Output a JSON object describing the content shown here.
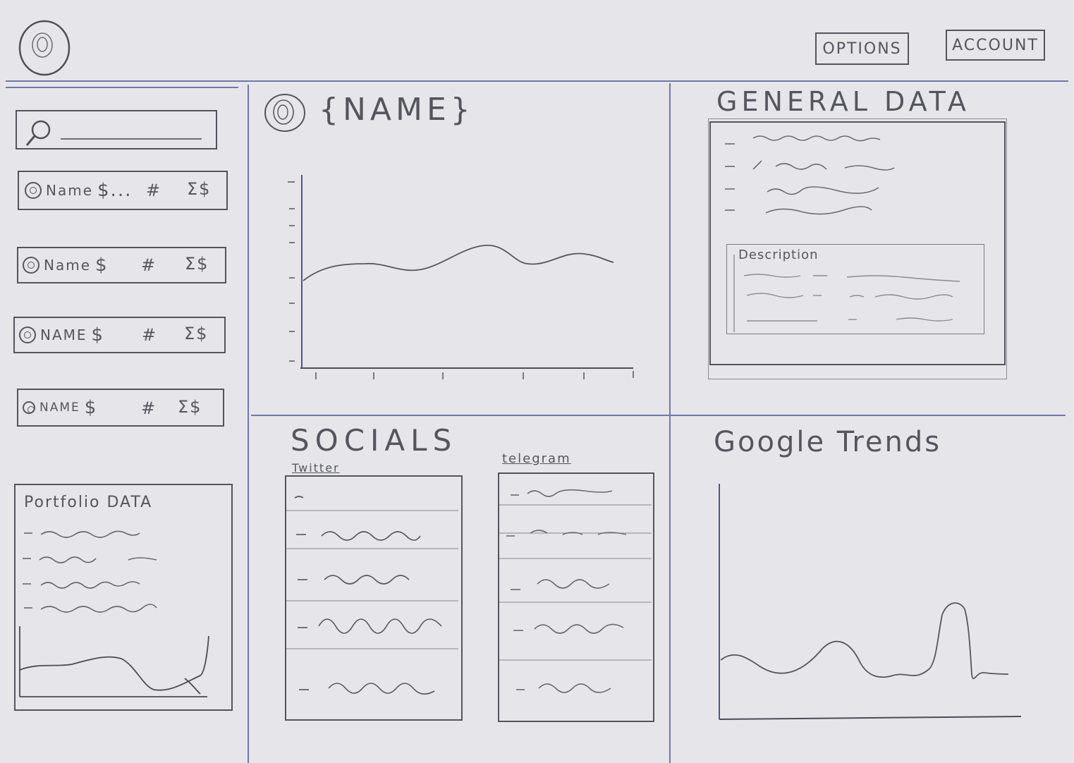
{
  "header": {
    "options_label": "OPTIONS",
    "account_label": "ACCOUNT"
  },
  "sidebar": {
    "search_placeholder": "",
    "items": [
      {
        "name": "Name",
        "price": "$...",
        "hash": "#",
        "sum": "Σ$"
      },
      {
        "name": "Name",
        "price": "$",
        "hash": "#",
        "sum": "Σ$"
      },
      {
        "name": "NAME",
        "price": "$",
        "hash": "#",
        "sum": "Σ$"
      },
      {
        "name": "NAME",
        "price": "$",
        "hash": "#",
        "sum": "Σ$"
      }
    ],
    "portfolio_title": "Portfolio DATA"
  },
  "main": {
    "coin_name": "{NAME}",
    "general_title": "GENERAL DATA",
    "description_title": "Description",
    "socials_title": "SOCIALS",
    "twitter_label": "Twitter",
    "telegram_label": "telegram",
    "trends_title": "Google Trends"
  },
  "colors": {
    "paper": "#e6e6ea",
    "ink": "#54545e",
    "rule": "#7078a8"
  }
}
